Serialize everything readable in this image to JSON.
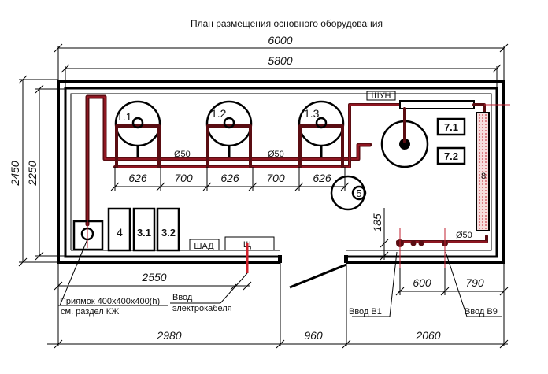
{
  "title": "План размещения основного оборудования",
  "dimensions": {
    "overall_width": "6000",
    "inner_width": "5800",
    "overall_height": "2450",
    "inner_height": "2250",
    "spacing": [
      "626",
      "700",
      "626",
      "700",
      "626"
    ],
    "pipe_label_1": "Ø50",
    "pipe_label_2": "Ø50",
    "pipe_label_3": "Ø50",
    "offset_185": "185",
    "left_wall": "2550",
    "bottom_left": "2980",
    "door": "960",
    "bottom_right": "2060",
    "inlet_600": "600",
    "inlet_790": "790"
  },
  "equipment": {
    "tank_1": "1.1",
    "tank_2": "1.2",
    "tank_3": "1.3",
    "item_5": "5",
    "item_4": "4",
    "item_3_1": "3.1",
    "item_3_2": "3.2",
    "item_7_1": "7.1",
    "item_7_2": "7.2",
    "item_8": "8",
    "shun": "ШУН",
    "shad": "ШАД",
    "shch": "Щ"
  },
  "callouts": {
    "pit_line1": "Приямок 400x400x400(h)",
    "pit_line2": "см. раздел КЖ",
    "cable_line1": "Ввод",
    "cable_line2": "электрокабеля",
    "inlet_b1": "Ввод  В1",
    "inlet_b9": "Ввод  В9"
  },
  "colors": {
    "pipe": "#5a0d12",
    "pipe_highlight": "#c02030",
    "line": "#000000"
  }
}
